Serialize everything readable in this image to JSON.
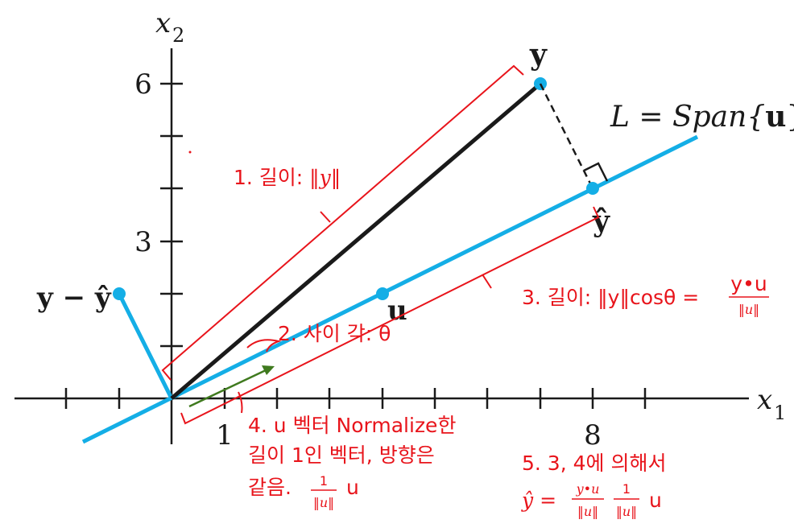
{
  "axes": {
    "x1_label": "x",
    "x1_sub": "1",
    "x2_label": "x",
    "x2_sub": "2",
    "tick_labels": {
      "x_1": "1",
      "x_8": "8",
      "y_3": "3",
      "y_6": "6"
    }
  },
  "vectors": {
    "y_label": "y",
    "u_label": "u",
    "yhat_label": "ŷ",
    "residual_label": "y − ŷ",
    "line_label_prefix": "L = Span{",
    "line_label_vec": "u",
    "line_label_suffix": "}"
  },
  "annotations": {
    "note1_text": "1. 길이: ",
    "note1_norm": "‖y‖",
    "note2_text": "2. 사이 각: θ",
    "note3_text": "3. 길이: ‖y‖cosθ =",
    "note3_num": "y•u",
    "note3_den": "‖u‖",
    "note4_line1": "4. u 벡터 Normalize한",
    "note4_line2": "길이 1인 벡터, 방향은",
    "note4_line3a": "같음.",
    "note4_frac_num": "1",
    "note4_frac_den": "‖u‖",
    "note4_line3b": "u",
    "note5_line1": "5. 3, 4에 의해서",
    "note5_lhs": "ŷ =",
    "note5_frac1_num": "y•u",
    "note5_frac1_den": "‖u‖",
    "note5_frac2_num": "1",
    "note5_frac2_den": "‖u‖",
    "note5_tail": "u"
  },
  "colors": {
    "line_blue": "#14aee6",
    "vector_black": "#1a1a1a",
    "annotation_red": "#e8141b",
    "arrow_green": "#3f7a1e"
  }
}
